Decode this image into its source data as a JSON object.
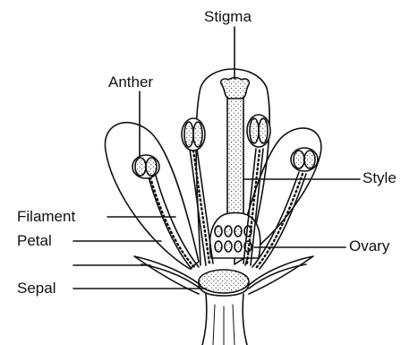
{
  "labels": {
    "stigma": "Stigma",
    "anther": "Anther",
    "style": "Style",
    "filament": "Filament",
    "petal": "Petal",
    "ovary": "Ovary",
    "sepal": "Sepal"
  },
  "colors": {
    "ink": "#111111",
    "background": "#ffffff"
  }
}
